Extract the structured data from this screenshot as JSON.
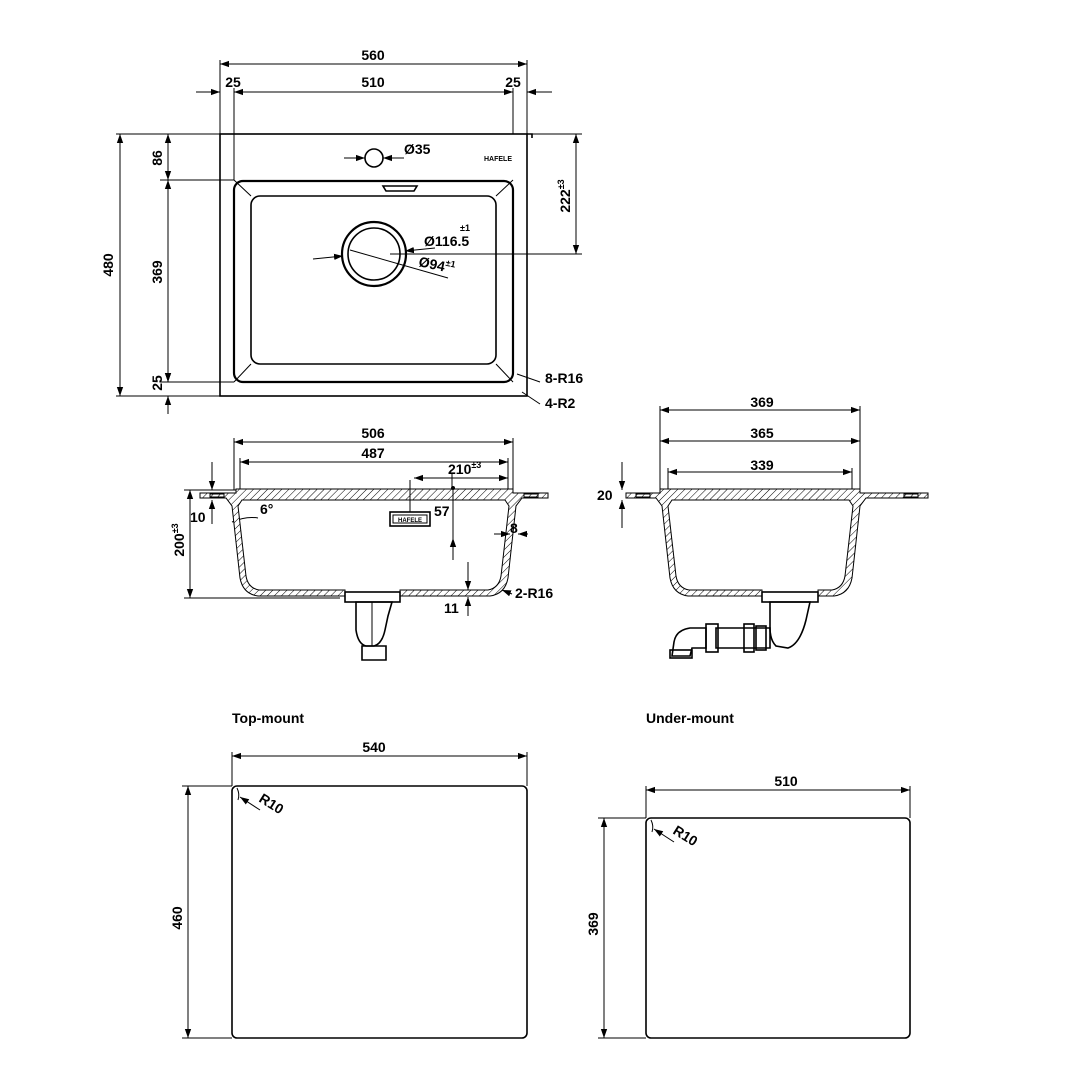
{
  "top_view": {
    "overall_width": "560",
    "left_margin": "25",
    "inner_width": "510",
    "right_margin": "25",
    "overall_height": "480",
    "top_margin": "86",
    "bowl_height": "369",
    "bottom_margin": "25",
    "tap_hole": "Ø35",
    "brand": "HAFELE",
    "tap_offset": "222",
    "tap_offset_tol": "±3",
    "waste_outer": "Ø116.5",
    "waste_outer_tol": "±1",
    "waste_inner": "Ø94",
    "waste_inner_tol": "±1",
    "corner_radius_outer": "8-R16",
    "corner_radius_inner": "4-R2"
  },
  "section_front": {
    "width_top": "506",
    "width_bowl": "487",
    "waste_offset": "210",
    "waste_offset_tol": "±3",
    "rim_thickness": "10",
    "wall_angle": "6°",
    "depth": "200",
    "depth_tol": "±3",
    "overflow_height": "57",
    "wall_thickness": "8",
    "bottom_thickness": "11",
    "bottom_radius": "2-R16",
    "brand": "HAFELE"
  },
  "section_side": {
    "width_outer": "369",
    "width_mid": "365",
    "width_inner": "339",
    "rim_height": "20"
  },
  "cutouts": {
    "top_mount": {
      "title": "Top-mount",
      "width": "540",
      "height": "460",
      "radius": "R10"
    },
    "under_mount": {
      "title": "Under-mount",
      "width": "510",
      "height": "369",
      "radius": "R10"
    }
  }
}
